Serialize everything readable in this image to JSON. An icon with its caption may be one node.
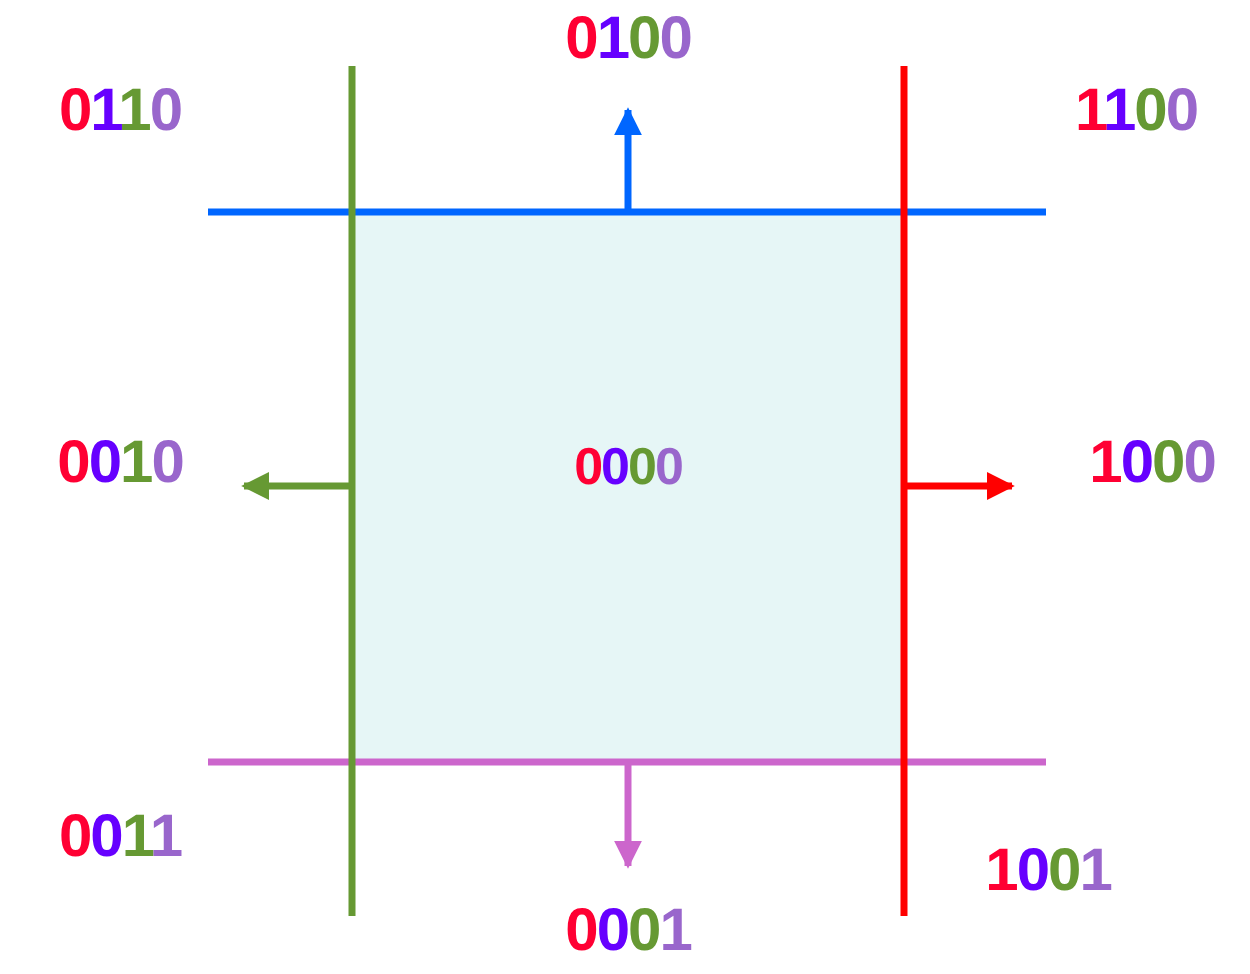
{
  "diagram": {
    "nodes": [
      {
        "text": [
          "0000"
        ]
      }
    ],
    "labels": [
      "0100",
      "0110",
      "1100",
      "0010",
      "1000",
      "0011",
      "1001",
      "0001"
    ]
  }
}
